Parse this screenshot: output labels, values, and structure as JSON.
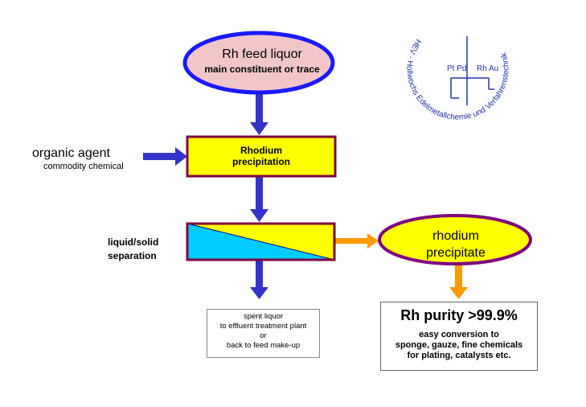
{
  "feed": {
    "title": "Rh feed liquor",
    "subtitle": "main constituent or trace"
  },
  "precipitation": {
    "line1": "Rhodium",
    "line2": "precipitation"
  },
  "organic_agent": {
    "title": "organic agent",
    "subtitle": "commodity chemical"
  },
  "separation": {
    "line1": "liquid/solid",
    "line2": "separation"
  },
  "rhodium_precipitate": {
    "line1": "rhodium",
    "line2": "precipitate"
  },
  "spent_liquor": {
    "line1": "spent liquor",
    "line2": "to effluent treatment plant",
    "line3": "or",
    "line4": "back to feed make-up"
  },
  "purity": {
    "title": "Rh purity >99.9%",
    "line1": "easy conversion to",
    "line2": "sponge, gauze, fine chemicals",
    "line3": "for plating, catalysts etc."
  },
  "logo": {
    "left_metals": "Pt Pd",
    "right_metals": "Rh Au",
    "ring_text": "HEV - Hollwochs Edelmetallchemie und Verfahrenstechnik"
  },
  "colors": {
    "blue_arrow": "#3333cc",
    "orange_arrow": "#ff9900",
    "yellow_fill": "#ffff00",
    "maroon_border": "#800040",
    "feed_fill": "#f2c6c9",
    "feed_border": "#1a1aff",
    "cyan_fill": "#00ccff",
    "precip_border": "#800080",
    "logo_blue": "#2233aa"
  }
}
